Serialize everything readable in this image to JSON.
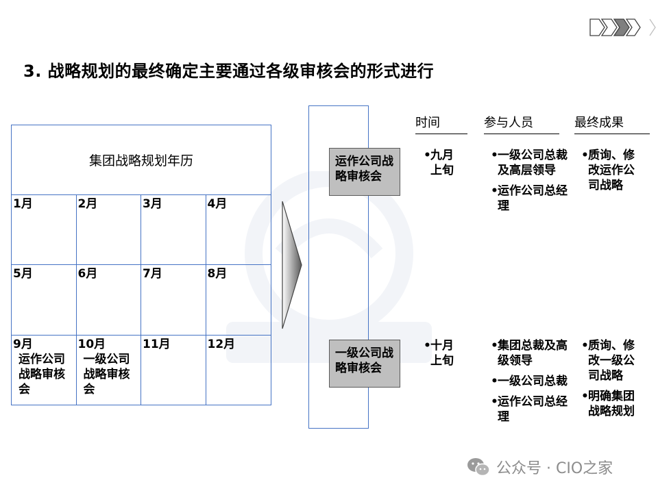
{
  "title": "3. 战略规划的最终确定主要通过各级审核会的形式进行",
  "calendar": {
    "header": "集团战略规划年历",
    "months": [
      {
        "month": "1月",
        "event": ""
      },
      {
        "month": "2月",
        "event": ""
      },
      {
        "month": "3月",
        "event": ""
      },
      {
        "month": "4月",
        "event": ""
      },
      {
        "month": "5月",
        "event": ""
      },
      {
        "month": "6月",
        "event": ""
      },
      {
        "month": "7月",
        "event": ""
      },
      {
        "month": "8月",
        "event": ""
      },
      {
        "month": "9月",
        "event": "运作公司战略审核会"
      },
      {
        "month": "10月",
        "event": "一级公司战略审核会"
      },
      {
        "month": "11月",
        "event": ""
      },
      {
        "month": "12月",
        "event": ""
      }
    ]
  },
  "columns": {
    "time": "时间",
    "participants": "参与人员",
    "result": "最终成果"
  },
  "meetings": [
    {
      "name": "运作公司战略审核会",
      "time": "九月上旬",
      "participants": [
        "一级公司总裁及高层领导",
        "运作公司总经理"
      ],
      "results": [
        "质询、修改运作公司战略"
      ]
    },
    {
      "name": "一级公司战略审核会",
      "time": "十月上旬",
      "participants": [
        "集团总裁及高级领导",
        "一级公司总裁",
        "运作公司总经理"
      ],
      "results": [
        "质询、修改一级公司战略",
        "明确集团战略规划"
      ]
    }
  ],
  "footer": {
    "text": "公众号 · CIO之家"
  },
  "colors": {
    "grid_border": "#4472c4",
    "box_fill": "#bfbfbf",
    "footer_text": "#8c8c8c"
  }
}
